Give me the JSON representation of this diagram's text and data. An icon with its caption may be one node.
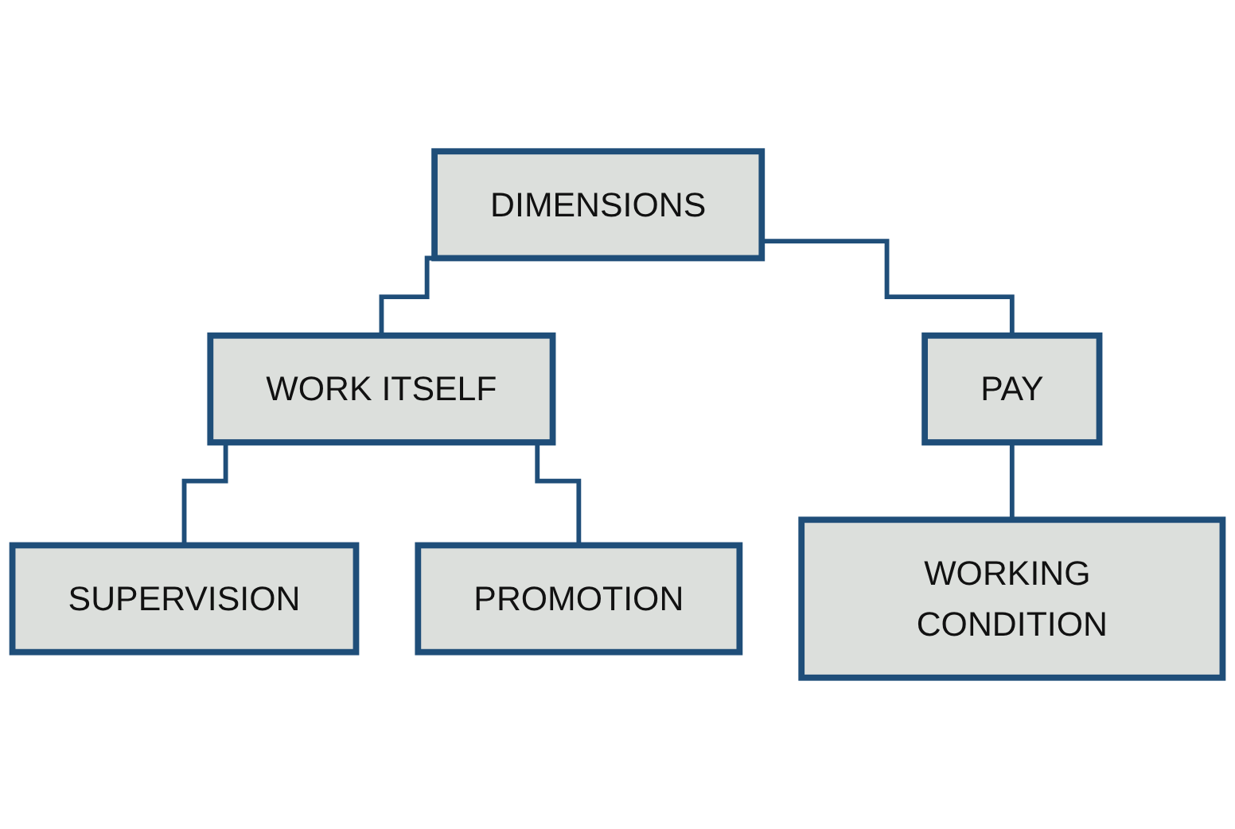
{
  "diagram": {
    "nodes": [
      {
        "text": [
          "DIMENSIONS"
        ]
      },
      {
        "text": [
          "WORK ITSELF"
        ]
      },
      {
        "text": [
          "PAY"
        ]
      },
      {
        "text": [
          "SUPERVISION"
        ]
      },
      {
        "text": [
          "PROMOTION"
        ]
      },
      {
        "text": [
          "WORKING CONDITION"
        ]
      }
    ],
    "edges": [
      {
        "from": 0,
        "to": 1,
        "arrow": "none"
      },
      {
        "from": 0,
        "to": 2,
        "arrow": "none"
      },
      {
        "from": 1,
        "to": 3,
        "arrow": "none"
      },
      {
        "from": 1,
        "to": 4,
        "arrow": "none"
      },
      {
        "from": 2,
        "to": 5,
        "arrow": "none"
      }
    ]
  }
}
